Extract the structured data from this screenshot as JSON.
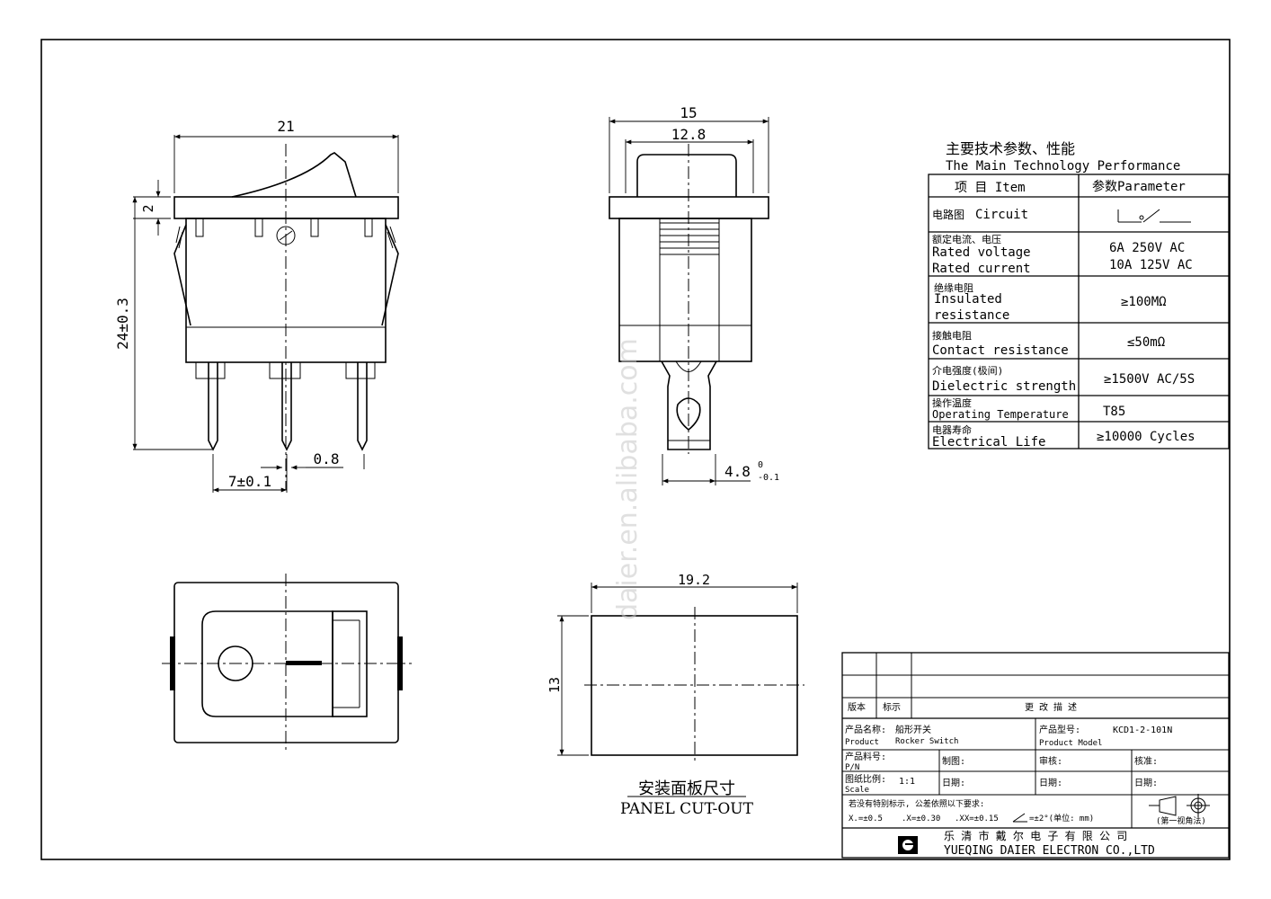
{
  "dimensions": {
    "front_width": "21",
    "cap_height": "2",
    "total_height": "24±0.3",
    "pin_pitch": "7±0.1",
    "pin_thickness": "0.8",
    "side_width": "15",
    "side_inner_width": "12.8",
    "tab_width": "4.8",
    "tab_tol_upper": "0",
    "tab_tol_lower": "-0.1",
    "cutout_width": "19.2",
    "cutout_height": "13"
  },
  "cutout": {
    "label_cn": "安装面板尺寸",
    "label_en": "PANEL CUT-OUT"
  },
  "watermark": "daier.en.alibaba.com",
  "performance": {
    "title_cn": "主要技术参数、性能",
    "title_en": "The Main Technology Performance",
    "header_item": "项 目 Item",
    "header_param": "参数Parameter",
    "rows": [
      {
        "cn": "电路图",
        "en": "Circuit",
        "value": ""
      },
      {
        "cn": "额定电流、电压",
        "en": "Rated voltage",
        "en2": "Rated current",
        "value": "6A 250V AC",
        "value2": "10A 125V AC"
      },
      {
        "cn": "绝缘电阻",
        "en": "Insulated",
        "en2": "resistance",
        "value": "≥100MΩ"
      },
      {
        "cn": "接触电阻",
        "en": "Contact resistance",
        "value": "≤50mΩ"
      },
      {
        "cn": "介电强度(极间)",
        "en": "Dielectric strength",
        "value": "≥1500V AC/5S"
      },
      {
        "cn": "操作温度",
        "en": "Operating Temperature",
        "value": "T85"
      },
      {
        "cn": "电器寿命",
        "en": "Electrical Life",
        "value": "≥10000  Cycles"
      }
    ]
  },
  "title_block": {
    "version": "版本",
    "mark": "标示",
    "change_desc": "更 改 描 述",
    "product_name_cn": "产品名称:",
    "product_name_en": "Product",
    "product_name_value_cn": "船形开关",
    "product_name_value_en": "Rocker Switch",
    "product_model_cn": "产品型号:",
    "product_model_en": "Product Model",
    "product_model_value": "KCD1-2-101N",
    "pn_cn": "产品料号:",
    "pn_en": "P/N",
    "drawn": "制图:",
    "checked": "审核:",
    "approved": "核准:",
    "scale_cn": "图纸比例:",
    "scale_en": "Scale",
    "scale_value": "1:1",
    "date1": "日期:",
    "date2": "日期:",
    "date3": "日期:",
    "tolerance_note": "若没有特别标示, 公差依照以下要求:",
    "tol_x": "X.=±0.5",
    "tol_xx": ".X=±0.30",
    "tol_xxx": ".XX=±0.15",
    "tol_angle": "=±2°(单位: mm)",
    "projection": "(第一视角法)",
    "company_cn": "乐 清 市 戴 尔 电 子 有 限 公 司",
    "company_en": "YUEQING DAIER ELECTRON CO.,LTD"
  }
}
